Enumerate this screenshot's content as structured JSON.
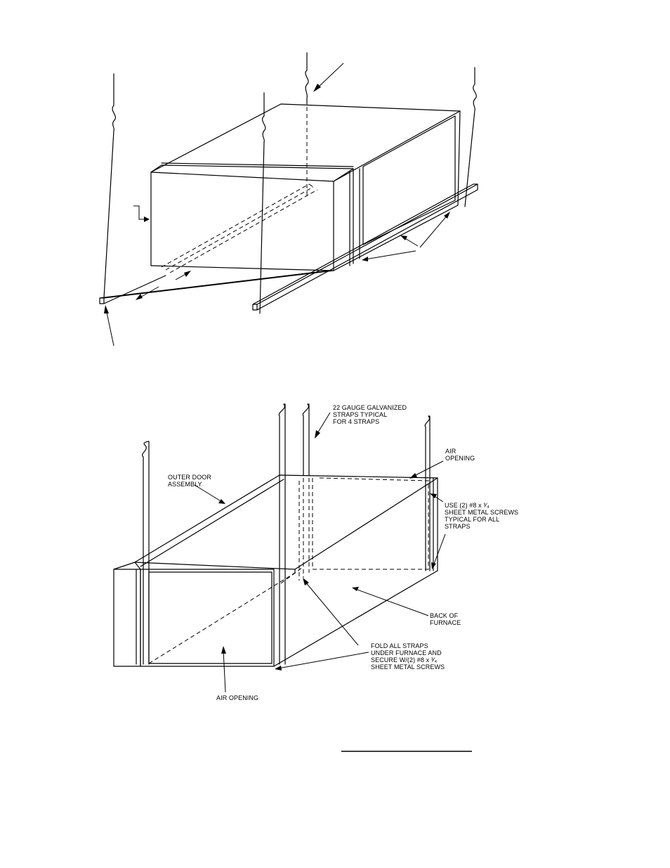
{
  "figure_bottom": {
    "labels": {
      "straps_line1": "22 GAUGE GALVANIZED",
      "straps_line2": "STRAPS TYPICAL",
      "straps_line3": "FOR 4 STRAPS",
      "air_opening_top_line1": "AIR",
      "air_opening_top_line2": "OPENING",
      "outer_door_line1": "OUTER DOOR",
      "outer_door_line2": "ASSEMBLY",
      "screws_line1": "USE (2) #8 x ³⁄₄",
      "screws_line2": "SHEET METAL SCREWS",
      "screws_line3": "TYPICAL FOR ALL",
      "screws_line4": "STRAPS",
      "back_line1": "BACK OF",
      "back_line2": "FURNACE",
      "fold_line1": "FOLD ALL STRAPS",
      "fold_line2": "UNDER FURNACE AND",
      "fold_line3": "SECURE W/(2) #8 x ³⁄₄",
      "fold_line4": "SHEET METAL SCREWS",
      "air_opening_bottom": "AIR OPENING"
    }
  }
}
